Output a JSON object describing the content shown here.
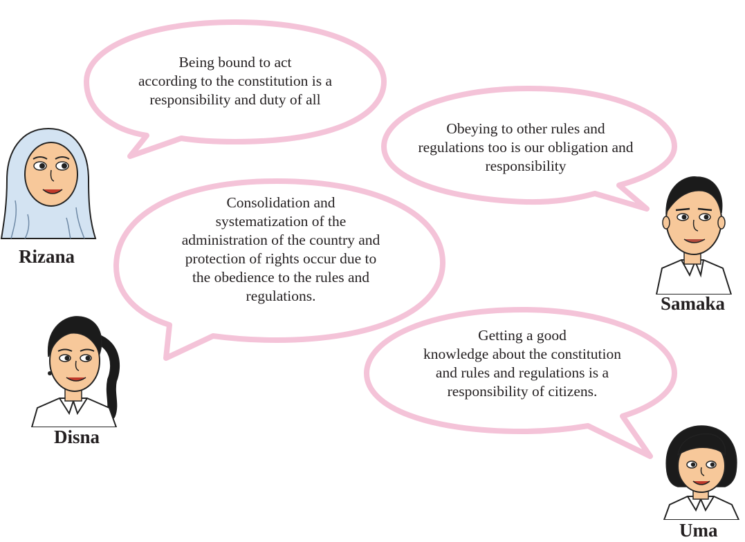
{
  "colors": {
    "bubble_stroke": "#f4c3d8",
    "text": "#231f20",
    "skin": "#f7c89a",
    "hijab": "#d3e3f2",
    "hair": "#1b1b1b",
    "shirt": "#ffffff"
  },
  "bubbles": [
    {
      "id": "rizana",
      "lines": [
        "Being bound to act",
        "according to the constitution is a",
        "responsibility and duty of all"
      ]
    },
    {
      "id": "samaka",
      "lines": [
        "Obeying to other rules and",
        "regulations too is our obligation and",
        "responsibility"
      ]
    },
    {
      "id": "disna",
      "lines": [
        "Consolidation and",
        "systematization of the",
        "administration of the country and",
        "protection of rights occur due to",
        "the obedience to the rules and",
        "regulations."
      ]
    },
    {
      "id": "uma",
      "lines": [
        "Getting a good",
        "knowledge about the constitution",
        "and rules and regulations is a",
        "responsibility of citizens."
      ]
    }
  ],
  "characters": [
    {
      "id": "rizana",
      "name": "Rizana",
      "icon": "girl-with-hijab-icon"
    },
    {
      "id": "samaka",
      "name": "Samaka",
      "icon": "boy-icon"
    },
    {
      "id": "disna",
      "name": "Disna",
      "icon": "girl-with-braid-icon"
    },
    {
      "id": "uma",
      "name": "Uma",
      "icon": "girl-with-bob-icon"
    }
  ]
}
